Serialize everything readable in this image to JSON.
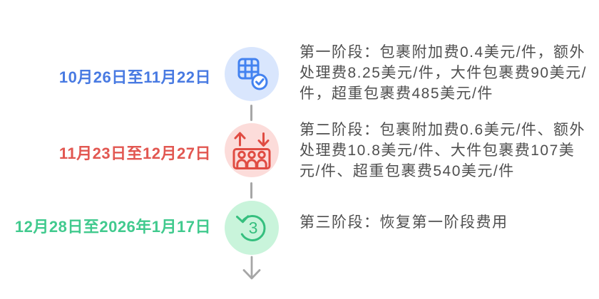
{
  "page": {
    "background": "#ffffff",
    "text_color": "#4f4f4f",
    "connector_color": "#a6a6a6"
  },
  "timeline": {
    "stages": [
      {
        "date": "10月26日至11月22日",
        "date_color": "#487ae2",
        "description": "第一阶段：包裹附加费0.4美元/件，额外处理费8.25美元/件，大件包裹费90美元/件，超重包裹费485美元/件",
        "icon": "table-check-icon",
        "circle_bg": "#d9e6fd",
        "icon_color": "#4382f0",
        "check_fill": "#ffffff"
      },
      {
        "date": "11月23日至12月27日",
        "date_color": "#e25751",
        "description": "第二阶段：包裹附加费0.6美元/件、额外处理费10.8美元/件、大件包裹费107美元/件、超重包裹费540美元/件",
        "icon": "elevator-crowd-icon",
        "circle_bg": "#fcdcda",
        "icon_color": "#e04b42"
      },
      {
        "date": "12月28日至2026年1月17日",
        "date_color": "#41ca8e",
        "description": "第三阶段：恢复第一阶段费用",
        "icon": "rotate-restore-icon",
        "circle_bg": "#c9f4db",
        "icon_color": "#35bf7e",
        "icon_number": "3"
      }
    ],
    "end_icon": "down-arrow-icon"
  }
}
